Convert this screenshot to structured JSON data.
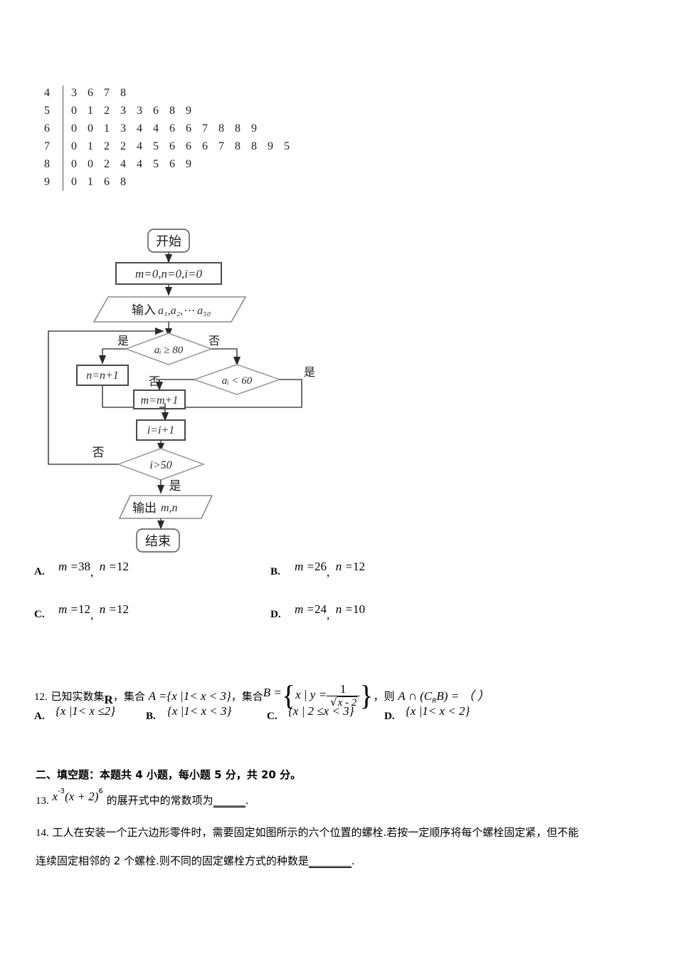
{
  "document": {
    "type": "math-exam-page"
  },
  "stem_leaf": {
    "divider": true,
    "rows": [
      {
        "stem": "4",
        "leaves": [
          "3",
          "6",
          "7",
          "8"
        ]
      },
      {
        "stem": "5",
        "leaves": [
          "0",
          "1",
          "2",
          "3",
          "3",
          "6",
          "8",
          "9"
        ]
      },
      {
        "stem": "6",
        "leaves": [
          "0",
          "0",
          "1",
          "3",
          "4",
          "4",
          "6",
          "6",
          "7",
          "8",
          "8",
          "9"
        ]
      },
      {
        "stem": "7",
        "leaves": [
          "0",
          "1",
          "2",
          "2",
          "4",
          "5",
          "6",
          "6",
          "6",
          "7",
          "8",
          "8",
          "9",
          "5"
        ]
      },
      {
        "stem": "8",
        "leaves": [
          "0",
          "0",
          "2",
          "4",
          "4",
          "5",
          "6",
          "9"
        ]
      },
      {
        "stem": "9",
        "leaves": [
          "0",
          "1",
          "6",
          "8"
        ]
      }
    ]
  },
  "flowchart": {
    "start_label": "开始",
    "init_label": "m=0,n=0,i=0",
    "input_label": "输入",
    "input_vars": "a₁,a₂,⋯ a₅₀",
    "cond1": "aᵢ ≥ 80",
    "cond2": "aᵢ < 60",
    "branch_yes": "是",
    "branch_no": "否",
    "n_increment": "n=n+1",
    "m_increment": "m=m+1",
    "i_increment": "i=i+1",
    "cond3": "i>50",
    "output_label": "输出",
    "output_vars": "m,n",
    "end_label": "结束"
  },
  "question11_options": [
    {
      "letter": "A.",
      "m_label": "m =",
      "m_value": "38",
      "comma": ",",
      "n_label": "n =",
      "n_value": "12"
    },
    {
      "letter": "B.",
      "m_label": "m =",
      "m_value": "26",
      "comma": ",",
      "n_label": "n =",
      "n_value": "12"
    },
    {
      "letter": "C.",
      "m_label": "m =",
      "m_value": "12",
      "comma": ",",
      "n_label": "n =",
      "n_value": "12"
    },
    {
      "letter": "D.",
      "m_label": "m =",
      "m_value": "24",
      "comma": ",",
      "n_label": "n =",
      "n_value": "10"
    }
  ],
  "question12": {
    "number": "12.",
    "text1": "已知实数集",
    "set_R": "R",
    "text2": "，集合",
    "setA": "A ={x |1< x < 3}",
    "text3": "，集合",
    "setB_lead": "B =",
    "setB_inner": "x | y =",
    "frac_num": "1",
    "frac_den_radicand": "x - 2",
    "text4": "，则",
    "result": "A ∩ (C",
    "result_sub": "R",
    "result_tail": "B) = （  ）",
    "options": [
      {
        "letter": "A.",
        "value": "{x |1< x ≤2}"
      },
      {
        "letter": "B.",
        "value": "{x |1< x < 3}"
      },
      {
        "letter": "C.",
        "value": "{x | 2 ≤x < 3}"
      },
      {
        "letter": "D.",
        "value": "{x |1< x < 2}"
      }
    ]
  },
  "section2": {
    "heading": "二、填空题：本题共 4 小题，每小题 5 分，共 20 分。"
  },
  "question13": {
    "number": "13.",
    "expr_base": "x",
    "expr_sup": "-3",
    "expr_paren": "(x + 2)",
    "expr_paren_sup": "6",
    "text": "的展开式中的常数项为",
    "blank": "______",
    "period": "."
  },
  "question14": {
    "number": "14.",
    "line1": "工人在安装一个正六边形零件时，需要固定如图所示的六个位置的螺栓.若按一定顺序将每个螺栓固定紧，但不能",
    "line2_pre": "连续固定相邻的 2 个螺栓.则不同的固定螺栓方式的种数是",
    "blank": "________",
    "period": "."
  },
  "colors": {
    "ink": "#000000",
    "line": "#3a3a3a",
    "math_ink": "#2b2b2b"
  }
}
